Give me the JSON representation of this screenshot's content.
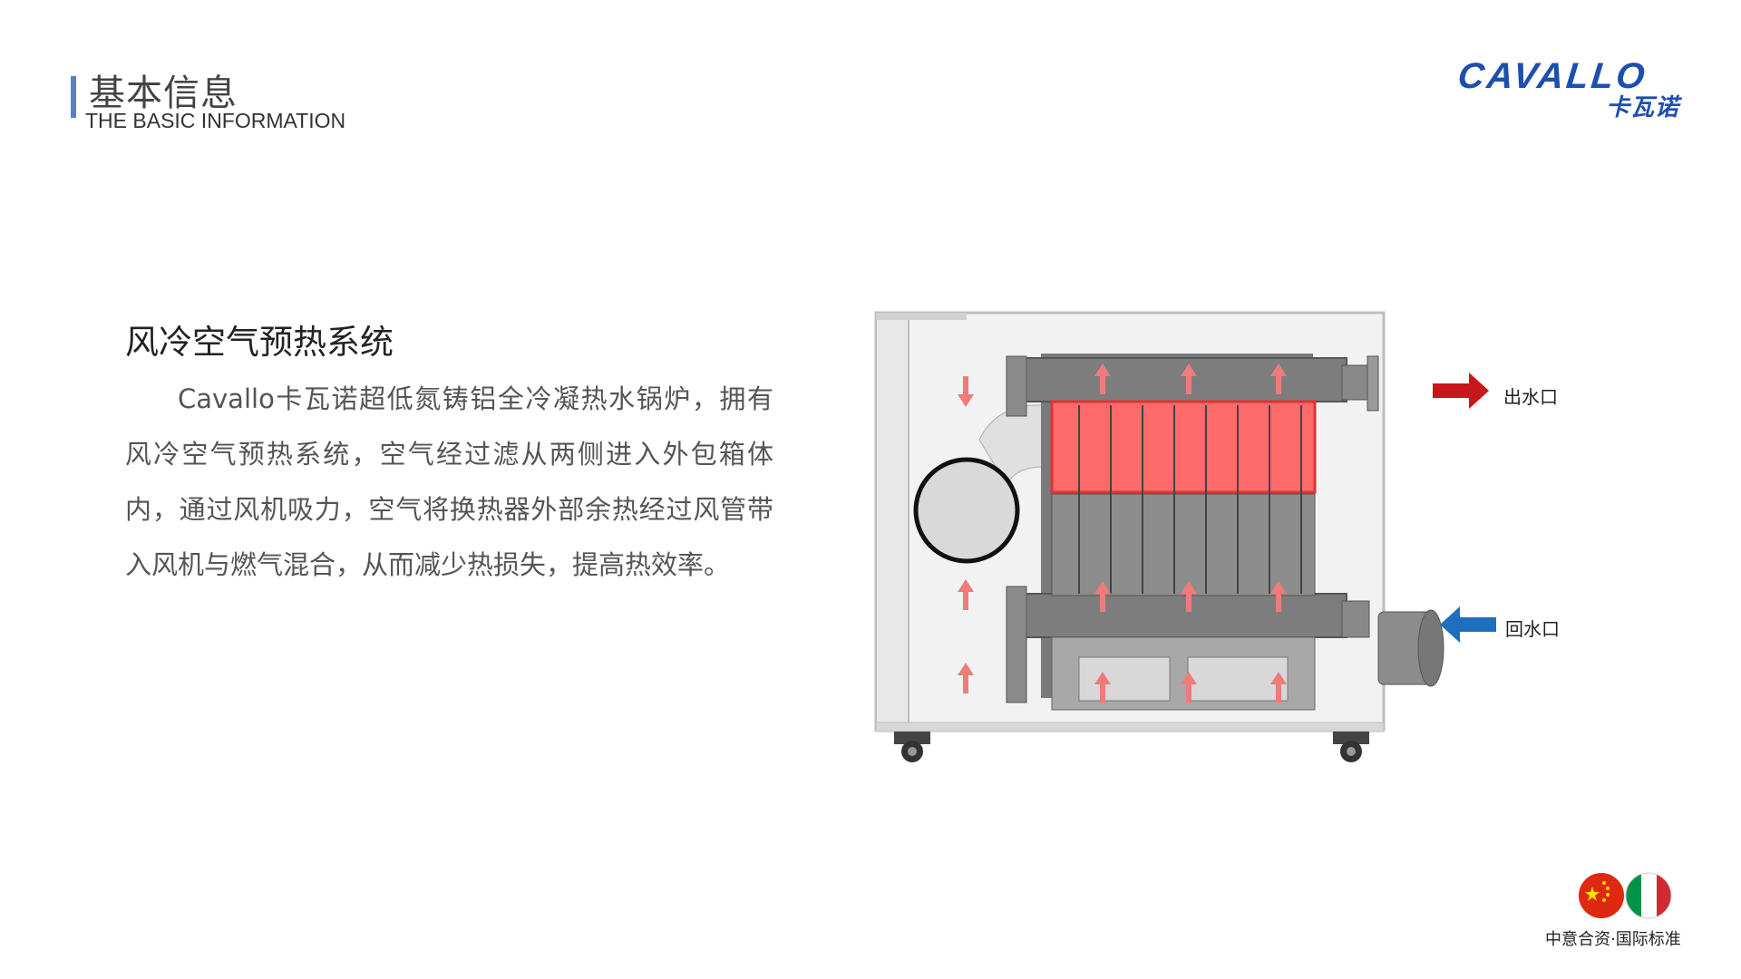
{
  "header": {
    "title_cn": "基本信息",
    "title_en": "THE BASIC INFORMATION"
  },
  "logo": {
    "text_en": "CAVALLO",
    "text_cn": "卡瓦诺",
    "color": "#1d4fb0"
  },
  "section": {
    "title": "风冷空气预热系统",
    "body": "Cavallo卡瓦诺超低氮铸铝全冷凝热水锅炉，拥有风冷空气预热系统，空气经过滤从两侧进入外包箱体内，通过风机吸力，空气将换热器外部余热经过风管带入风机与燃气混合，从而减少热损失，提高热效率。"
  },
  "diagram": {
    "outlet_label": "出水口",
    "inlet_label": "回水口",
    "outlet_arrow_color": "#c8161d",
    "inlet_arrow_color": "#1f6fc0",
    "airflow_arrow_color": "#f07b7b",
    "hot_zone_color": "#ff6a6a"
  },
  "footer": {
    "caption": "中意合资·国际标准",
    "flags": [
      "china-flag-icon",
      "italy-flag-icon"
    ]
  }
}
